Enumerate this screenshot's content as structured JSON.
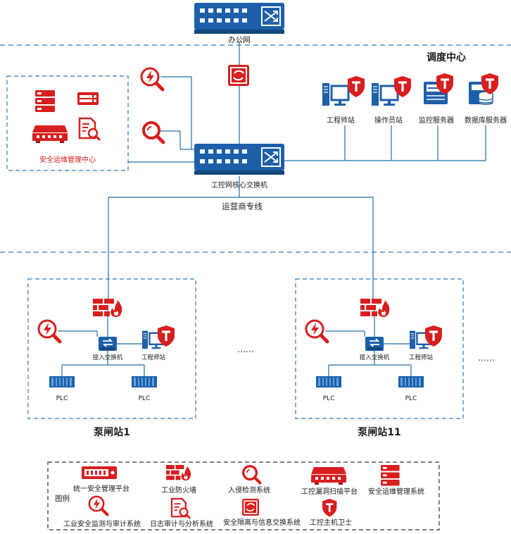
{
  "office_network": "办公网",
  "dispatch_center": "调度中心",
  "core_switch": "工控网核心交换机",
  "carrier_line": "运营商专线",
  "secops_center": "安全运维管理中心",
  "dispatch_nodes": [
    "工程师站",
    "操作员站",
    "监控服务器",
    "数据库服务器"
  ],
  "stations": [
    {
      "name": "泵闸站1",
      "access_switch": "接入交换机",
      "workstation": "工程师站",
      "plc_left": "PLC",
      "plc_right": "PLC"
    },
    {
      "name": "泵闸站11",
      "access_switch": "接入交换机",
      "workstation": "工程师站",
      "plc_left": "PLC",
      "plc_right": "PLC"
    }
  ],
  "ellipsis": "……",
  "legend": {
    "title": "图例",
    "items": [
      "统一安全管理平台",
      "工业防火墙",
      "入侵检测系统",
      "工控漏洞扫描平台",
      "安全运维管理系统",
      "工业安全监测与审计系统",
      "日志审计与分析系统",
      "安全隔离与信息交换系统",
      "工控主机卫士"
    ]
  },
  "colors": {
    "blue": "#1a5fa8",
    "red": "#d81e1e",
    "line": "#1f6f9f",
    "dash": "#2a7ab8"
  }
}
